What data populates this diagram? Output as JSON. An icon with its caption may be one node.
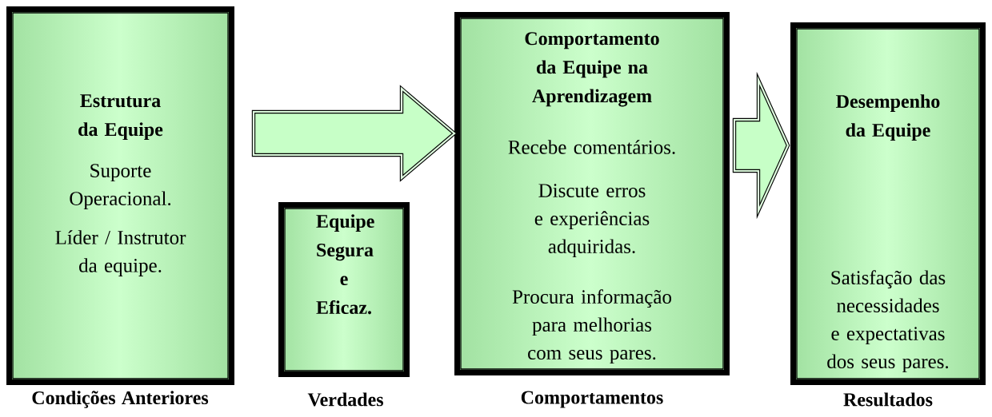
{
  "diagram": {
    "nodes": [
      {
        "text": [
          "Estrutura da Equipe",
          "Suporte Operacional.",
          "Líder / Instrutor da equipe."
        ]
      },
      {
        "text": [
          "Equipe Segura e Eficaz."
        ]
      },
      {
        "text": [
          "Comportamento da Equipe na Aprendizagem",
          "Recebe comentários.",
          "Discute erros e experiências adquiridas.",
          "Procura informação para melhorias com seus pares."
        ]
      },
      {
        "text": [
          "Desempenho da Equipe",
          "Satisfação das necessidades e expectativas dos seus pares."
        ]
      }
    ],
    "edges": [
      {
        "from": 0,
        "to": 2,
        "arrow": "to"
      },
      {
        "from": 2,
        "to": 3,
        "arrow": "to"
      }
    ],
    "labels": [
      "Condições Anteriores",
      "Verdades",
      "Comportamentos",
      "Resultados"
    ]
  }
}
